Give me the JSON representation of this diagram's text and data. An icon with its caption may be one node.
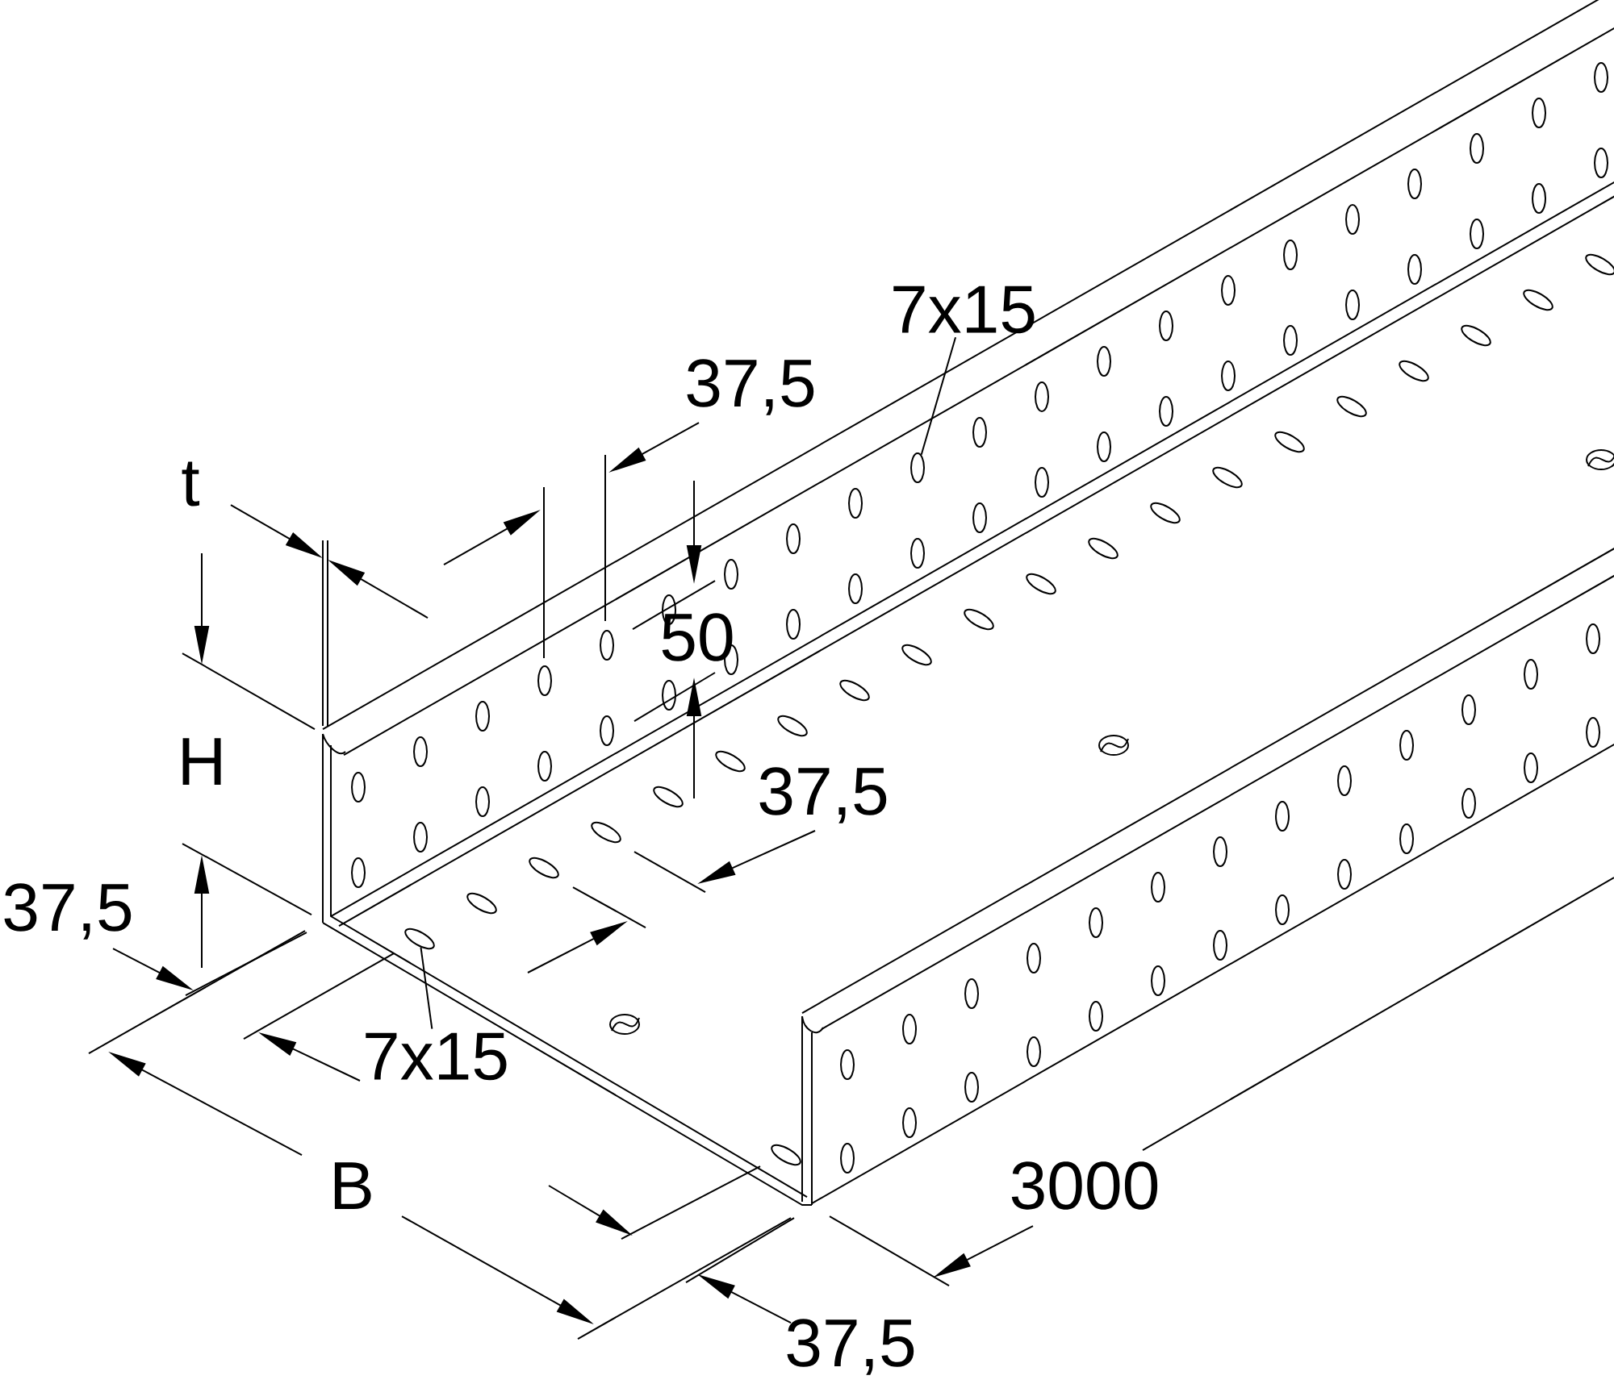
{
  "diagram": {
    "nodes": [
      {
        "text": [
          "7x15"
        ]
      },
      {
        "text": [
          "7x15"
        ]
      },
      {
        "text": [],
        "shape": "ellipse"
      },
      {
        "text": [],
        "shape": "ellipse"
      }
    ],
    "edges": [
      {
        "from": 0,
        "to": 2,
        "arrow": "none"
      },
      {
        "from": 1,
        "to": 3,
        "arrow": "none"
      }
    ],
    "labels": [
      "37,5",
      "t",
      "50",
      "H",
      "37,5",
      "37,5",
      "B",
      "3000",
      "37,5"
    ]
  }
}
